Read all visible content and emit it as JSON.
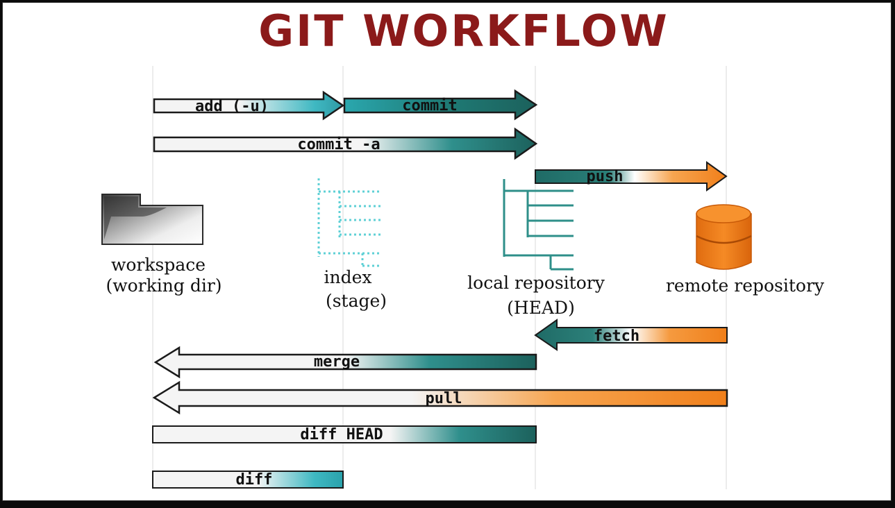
{
  "title": "GIT WORKFLOW",
  "nodes": {
    "workspace": [
      "workspace",
      "(working dir)"
    ],
    "index": [
      "index",
      "(stage)"
    ],
    "local": [
      "local repository",
      "(HEAD)"
    ],
    "remote": [
      "remote repository"
    ]
  },
  "arrows": {
    "add": "add (-u)",
    "commit": "commit",
    "commit_a": "commit -a",
    "push": "push",
    "fetch": "fetch",
    "merge": "merge",
    "pull": "pull",
    "diff_head": "diff HEAD",
    "diff": "diff"
  },
  "colors": {
    "title": "#8b1a1a",
    "teal": "#1f6b66",
    "aqua": "#3fb8c2",
    "orange": "#f07f1a",
    "light": "#f2f2f2"
  },
  "icons": {
    "workspace": "folder-icon",
    "index": "staging-list-icon",
    "local": "repository-tree-icon",
    "remote": "database-icon"
  }
}
